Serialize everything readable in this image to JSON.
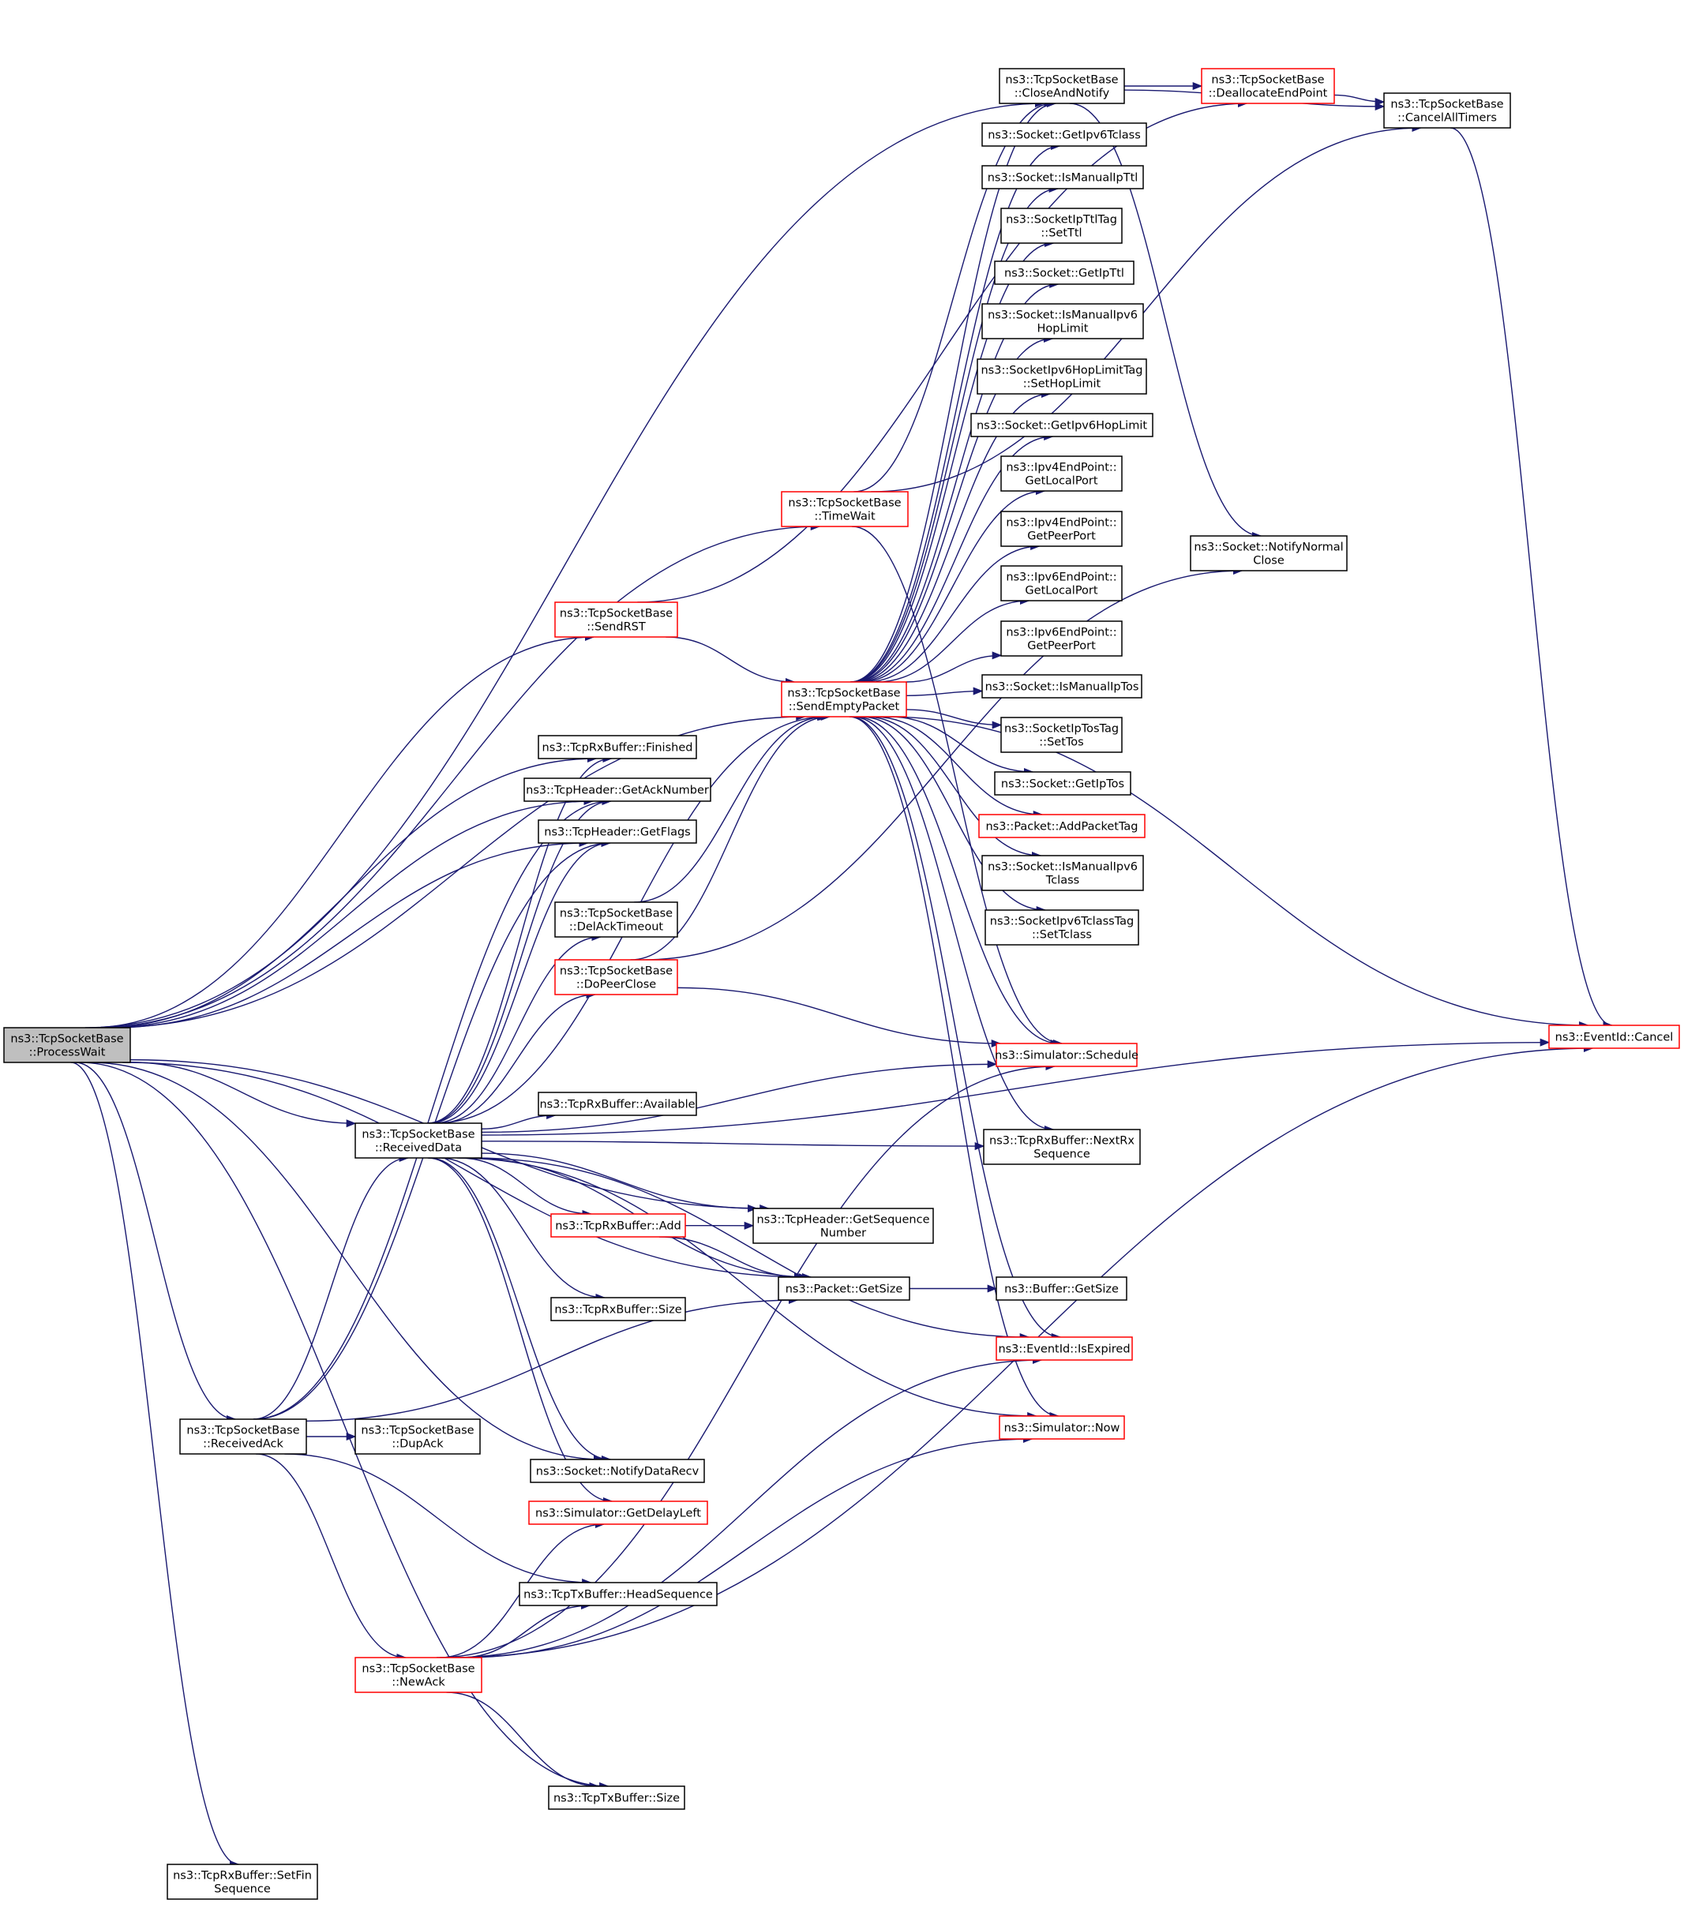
{
  "colors": {
    "edge": "#191970",
    "box_default": "#000000",
    "box_truncated": "#ff0000",
    "box_current_fill": "#bfbfbf"
  },
  "nodes": [
    {
      "id": "processwait",
      "lines": [
        "ns3::TcpSocketBase",
        "::ProcessWait"
      ],
      "style": "current"
    },
    {
      "id": "closeandnotify",
      "lines": [
        "ns3::TcpSocketBase",
        "::CloseAndNotify"
      ],
      "style": "normal"
    },
    {
      "id": "deallocateendpoint",
      "lines": [
        "ns3::TcpSocketBase",
        "::DeallocateEndPoint"
      ],
      "style": "truncated"
    },
    {
      "id": "cancelalltimers",
      "lines": [
        "ns3::TcpSocketBase",
        "::CancelAllTimers"
      ],
      "style": "normal"
    },
    {
      "id": "getipv6tclass",
      "lines": [
        "ns3::Socket::GetIpv6Tclass"
      ],
      "style": "normal"
    },
    {
      "id": "ismanualipttl",
      "lines": [
        "ns3::Socket::IsManualIpTtl"
      ],
      "style": "normal"
    },
    {
      "id": "socketipttltag_setttl",
      "lines": [
        "ns3::SocketIpTtlTag",
        "::SetTtl"
      ],
      "style": "normal"
    },
    {
      "id": "getipttl",
      "lines": [
        "ns3::Socket::GetIpTtl"
      ],
      "style": "normal"
    },
    {
      "id": "ismanualipv6hoplimit",
      "lines": [
        "ns3::Socket::IsManualIpv6",
        "HopLimit"
      ],
      "style": "normal"
    },
    {
      "id": "sethoplimit",
      "lines": [
        "ns3::SocketIpv6HopLimitTag",
        "::SetHopLimit"
      ],
      "style": "normal"
    },
    {
      "id": "getipv6hoplimit",
      "lines": [
        "ns3::Socket::GetIpv6HopLimit"
      ],
      "style": "normal"
    },
    {
      "id": "ipv4_getlocalport",
      "lines": [
        "ns3::Ipv4EndPoint::",
        "GetLocalPort"
      ],
      "style": "normal"
    },
    {
      "id": "timewait",
      "lines": [
        "ns3::TcpSocketBase",
        "::TimeWait"
      ],
      "style": "truncated"
    },
    {
      "id": "ipv4_getpeerport",
      "lines": [
        "ns3::Ipv4EndPoint::",
        "GetPeerPort"
      ],
      "style": "normal"
    },
    {
      "id": "notifynormalclose",
      "lines": [
        "ns3::Socket::NotifyNormal",
        "Close"
      ],
      "style": "normal"
    },
    {
      "id": "ipv6_getlocalport",
      "lines": [
        "ns3::Ipv6EndPoint::",
        "GetLocalPort"
      ],
      "style": "normal"
    },
    {
      "id": "sendrst",
      "lines": [
        "ns3::TcpSocketBase",
        "::SendRST"
      ],
      "style": "truncated"
    },
    {
      "id": "ipv6_getpeerport",
      "lines": [
        "ns3::Ipv6EndPoint::",
        "GetPeerPort"
      ],
      "style": "normal"
    },
    {
      "id": "sendemptypacket",
      "lines": [
        "ns3::TcpSocketBase",
        "::SendEmptyPacket"
      ],
      "style": "truncated"
    },
    {
      "id": "ismanualiptos",
      "lines": [
        "ns3::Socket::IsManualIpTos"
      ],
      "style": "normal"
    },
    {
      "id": "settos",
      "lines": [
        "ns3::SocketIpTosTag",
        "::SetTos"
      ],
      "style": "normal"
    },
    {
      "id": "rx_finished",
      "lines": [
        "ns3::TcpRxBuffer::Finished"
      ],
      "style": "normal"
    },
    {
      "id": "getacknumber",
      "lines": [
        "ns3::TcpHeader::GetAckNumber"
      ],
      "style": "normal"
    },
    {
      "id": "getiptos",
      "lines": [
        "ns3::Socket::GetIpTos"
      ],
      "style": "normal"
    },
    {
      "id": "addpackettag",
      "lines": [
        "ns3::Packet::AddPacketTag"
      ],
      "style": "truncated"
    },
    {
      "id": "getflags",
      "lines": [
        "ns3::TcpHeader::GetFlags"
      ],
      "style": "normal"
    },
    {
      "id": "ismanualipv6tclass",
      "lines": [
        "ns3::Socket::IsManualIpv6",
        "Tclass"
      ],
      "style": "normal"
    },
    {
      "id": "delacktimeout",
      "lines": [
        "ns3::TcpSocketBase",
        "::DelAckTimeout"
      ],
      "style": "normal"
    },
    {
      "id": "settclass",
      "lines": [
        "ns3::SocketIpv6TclassTag",
        "::SetTclass"
      ],
      "style": "normal"
    },
    {
      "id": "dopeerclose",
      "lines": [
        "ns3::TcpSocketBase",
        "::DoPeerClose"
      ],
      "style": "truncated"
    },
    {
      "id": "eventid_cancel",
      "lines": [
        "ns3::EventId::Cancel"
      ],
      "style": "truncated"
    },
    {
      "id": "simulator_schedule",
      "lines": [
        "ns3::Simulator::Schedule"
      ],
      "style": "truncated"
    },
    {
      "id": "rx_available",
      "lines": [
        "ns3::TcpRxBuffer::Available"
      ],
      "style": "normal"
    },
    {
      "id": "receiveddata",
      "lines": [
        "ns3::TcpSocketBase",
        "::ReceivedData"
      ],
      "style": "normal"
    },
    {
      "id": "nextrxsequence",
      "lines": [
        "ns3::TcpRxBuffer::NextRx",
        "Sequence"
      ],
      "style": "normal"
    },
    {
      "id": "rx_add",
      "lines": [
        "ns3::TcpRxBuffer::Add"
      ],
      "style": "truncated"
    },
    {
      "id": "getsequencenumber",
      "lines": [
        "ns3::TcpHeader::GetSequence",
        "Number"
      ],
      "style": "normal"
    },
    {
      "id": "packet_getsize",
      "lines": [
        "ns3::Packet::GetSize"
      ],
      "style": "normal"
    },
    {
      "id": "buffer_getsize",
      "lines": [
        "ns3::Buffer::GetSize"
      ],
      "style": "normal"
    },
    {
      "id": "rx_size",
      "lines": [
        "ns3::TcpRxBuffer::Size"
      ],
      "style": "normal"
    },
    {
      "id": "isexpired",
      "lines": [
        "ns3::EventId::IsExpired"
      ],
      "style": "truncated"
    },
    {
      "id": "simulator_now",
      "lines": [
        "ns3::Simulator::Now"
      ],
      "style": "truncated"
    },
    {
      "id": "receivedack",
      "lines": [
        "ns3::TcpSocketBase",
        "::ReceivedAck"
      ],
      "style": "normal"
    },
    {
      "id": "dupack",
      "lines": [
        "ns3::TcpSocketBase",
        "::DupAck"
      ],
      "style": "normal"
    },
    {
      "id": "notifydatarecv",
      "lines": [
        "ns3::Socket::NotifyDataRecv"
      ],
      "style": "normal"
    },
    {
      "id": "getdelayleft",
      "lines": [
        "ns3::Simulator::GetDelayLeft"
      ],
      "style": "truncated"
    },
    {
      "id": "headsequence",
      "lines": [
        "ns3::TcpTxBuffer::HeadSequence"
      ],
      "style": "normal"
    },
    {
      "id": "newack",
      "lines": [
        "ns3::TcpSocketBase",
        "::NewAck"
      ],
      "style": "truncated"
    },
    {
      "id": "tx_size",
      "lines": [
        "ns3::TcpTxBuffer::Size"
      ],
      "style": "normal"
    },
    {
      "id": "setfinsequence",
      "lines": [
        "ns3::TcpRxBuffer::SetFin",
        "Sequence"
      ],
      "style": "normal"
    }
  ],
  "edges": [
    [
      "processwait",
      "closeandnotify"
    ],
    [
      "processwait",
      "sendrst"
    ],
    [
      "processwait",
      "timewait"
    ],
    [
      "processwait",
      "sendemptypacket"
    ],
    [
      "processwait",
      "rx_finished"
    ],
    [
      "processwait",
      "getacknumber"
    ],
    [
      "processwait",
      "getflags"
    ],
    [
      "processwait",
      "receiveddata"
    ],
    [
      "processwait",
      "getsequencenumber"
    ],
    [
      "processwait",
      "receivedack"
    ],
    [
      "processwait",
      "notifydatarecv"
    ],
    [
      "processwait",
      "tx_size"
    ],
    [
      "processwait",
      "packet_getsize"
    ],
    [
      "processwait",
      "setfinsequence"
    ],
    [
      "closeandnotify",
      "deallocateendpoint"
    ],
    [
      "closeandnotify",
      "cancelalltimers"
    ],
    [
      "closeandnotify",
      "notifynormalclose"
    ],
    [
      "deallocateendpoint",
      "cancelalltimers"
    ],
    [
      "cancelalltimers",
      "eventid_cancel"
    ],
    [
      "timewait",
      "cancelalltimers"
    ],
    [
      "timewait",
      "closeandnotify"
    ],
    [
      "timewait",
      "simulator_schedule"
    ],
    [
      "sendrst",
      "deallocateendpoint"
    ],
    [
      "sendrst",
      "sendemptypacket"
    ],
    [
      "sendemptypacket",
      "closeandnotify"
    ],
    [
      "sendemptypacket",
      "getipv6tclass"
    ],
    [
      "sendemptypacket",
      "ismanualipttl"
    ],
    [
      "sendemptypacket",
      "socketipttltag_setttl"
    ],
    [
      "sendemptypacket",
      "getipttl"
    ],
    [
      "sendemptypacket",
      "ismanualipv6hoplimit"
    ],
    [
      "sendemptypacket",
      "sethoplimit"
    ],
    [
      "sendemptypacket",
      "getipv6hoplimit"
    ],
    [
      "sendemptypacket",
      "ipv4_getlocalport"
    ],
    [
      "sendemptypacket",
      "ipv4_getpeerport"
    ],
    [
      "sendemptypacket",
      "ipv6_getlocalport"
    ],
    [
      "sendemptypacket",
      "ipv6_getpeerport"
    ],
    [
      "sendemptypacket",
      "ismanualiptos"
    ],
    [
      "sendemptypacket",
      "settos"
    ],
    [
      "sendemptypacket",
      "getiptos"
    ],
    [
      "sendemptypacket",
      "addpackettag"
    ],
    [
      "sendemptypacket",
      "ismanualipv6tclass"
    ],
    [
      "sendemptypacket",
      "settclass"
    ],
    [
      "sendemptypacket",
      "eventid_cancel"
    ],
    [
      "sendemptypacket",
      "simulator_schedule"
    ],
    [
      "sendemptypacket",
      "nextrxsequence"
    ],
    [
      "sendemptypacket",
      "isexpired"
    ],
    [
      "sendemptypacket",
      "simulator_now"
    ],
    [
      "delacktimeout",
      "sendemptypacket"
    ],
    [
      "dopeerclose",
      "sendemptypacket"
    ],
    [
      "dopeerclose",
      "notifynormalclose"
    ],
    [
      "dopeerclose",
      "simulator_schedule"
    ],
    [
      "receiveddata",
      "rx_finished"
    ],
    [
      "receiveddata",
      "getacknumber"
    ],
    [
      "receiveddata",
      "getflags"
    ],
    [
      "receiveddata",
      "sendemptypacket"
    ],
    [
      "receiveddata",
      "delacktimeout"
    ],
    [
      "receiveddata",
      "dopeerclose"
    ],
    [
      "receiveddata",
      "simulator_schedule"
    ],
    [
      "receiveddata",
      "eventid_cancel"
    ],
    [
      "receiveddata",
      "rx_available"
    ],
    [
      "receiveddata",
      "nextrxsequence"
    ],
    [
      "receiveddata",
      "rx_add"
    ],
    [
      "receiveddata",
      "getsequencenumber"
    ],
    [
      "receiveddata",
      "packet_getsize"
    ],
    [
      "receiveddata",
      "rx_size"
    ],
    [
      "receiveddata",
      "isexpired"
    ],
    [
      "receiveddata",
      "simulator_now"
    ],
    [
      "receiveddata",
      "notifydatarecv"
    ],
    [
      "receiveddata",
      "getdelayleft"
    ],
    [
      "rx_add",
      "getsequencenumber"
    ],
    [
      "rx_add",
      "packet_getsize"
    ],
    [
      "packet_getsize",
      "buffer_getsize"
    ],
    [
      "receivedack",
      "getacknumber"
    ],
    [
      "receivedack",
      "getflags"
    ],
    [
      "receivedack",
      "receiveddata"
    ],
    [
      "receivedack",
      "dupack"
    ],
    [
      "receivedack",
      "packet_getsize"
    ],
    [
      "receivedack",
      "headsequence"
    ],
    [
      "receivedack",
      "newack"
    ],
    [
      "newack",
      "getdelayleft"
    ],
    [
      "newack",
      "headsequence"
    ],
    [
      "newack",
      "simulator_schedule"
    ],
    [
      "newack",
      "isexpired"
    ],
    [
      "newack",
      "simulator_now"
    ],
    [
      "newack",
      "eventid_cancel"
    ],
    [
      "newack",
      "tx_size"
    ]
  ]
}
